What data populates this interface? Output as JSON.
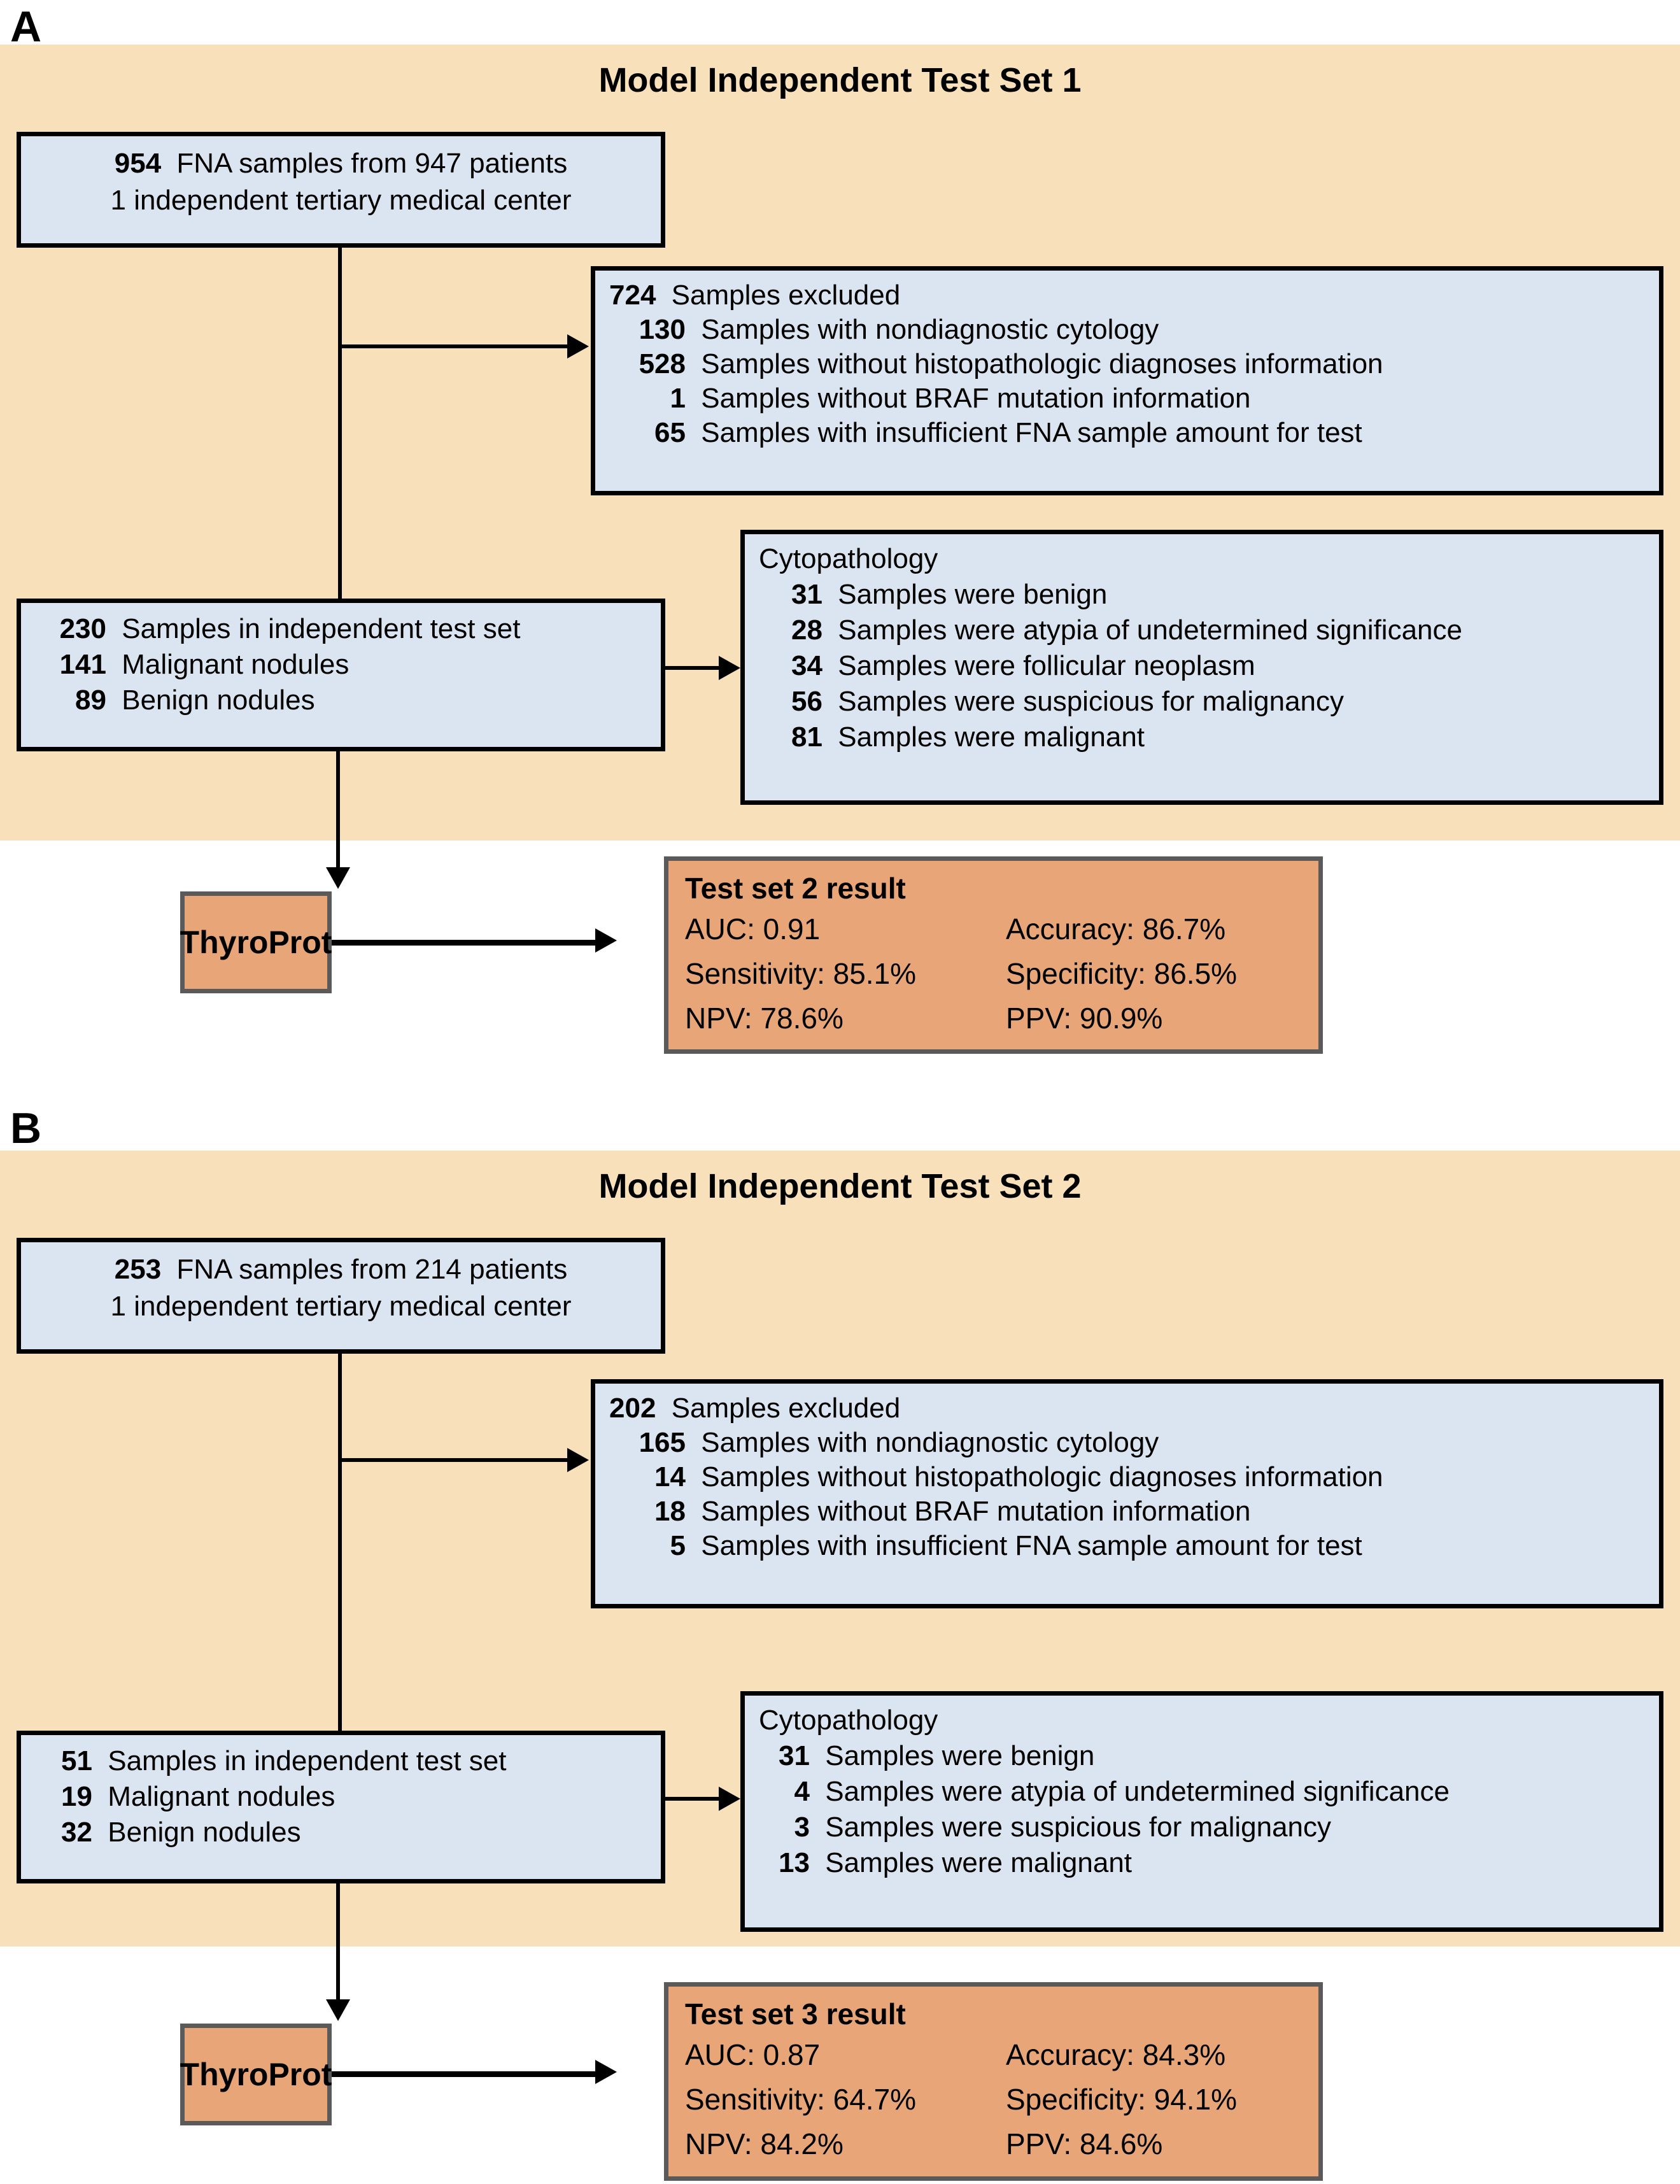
{
  "panels": [
    {
      "letter": "A",
      "title": "Model Independent Test Set 1",
      "source_box": {
        "line1_num": "954",
        "line1_text": "FNA samples from 947 patients",
        "line2": "1 independent tertiary medical center"
      },
      "excluded_box": {
        "header_num": "724",
        "header_text": "Samples excluded",
        "items": [
          {
            "num": "130",
            "text": "Samples with nondiagnostic cytology"
          },
          {
            "num": "528",
            "text": "Samples without histopathologic diagnoses information"
          },
          {
            "num": "1",
            "text": "Samples without BRAF mutation information"
          },
          {
            "num": "65",
            "text": "Samples with insufficient FNA sample amount for test"
          }
        ]
      },
      "included_box": {
        "header_num": "230",
        "header_text": "Samples in independent test set",
        "items": [
          {
            "num": "141",
            "text": "Malignant nodules"
          },
          {
            "num": "89",
            "text": "Benign nodules"
          }
        ]
      },
      "cytopathology_box": {
        "header": "Cytopathology",
        "items": [
          {
            "num": "31",
            "text": "Samples were benign"
          },
          {
            "num": "28",
            "text": "Samples were atypia of undetermined significance"
          },
          {
            "num": "34",
            "text": "Samples were follicular neoplasm"
          },
          {
            "num": "56",
            "text": "Samples were suspicious for malignancy"
          },
          {
            "num": "81",
            "text": "Samples were malignant"
          }
        ]
      },
      "model_label": "ThyroProt",
      "result_box": {
        "title": "Test set 2 result",
        "metrics": [
          {
            "label": "AUC: 0.91",
            "label2": "Accuracy: 86.7%"
          },
          {
            "label": "Sensitivity: 85.1%",
            "label2": "Specificity: 86.5%"
          },
          {
            "label": "NPV: 78.6%",
            "label2": "PPV: 90.9%"
          }
        ]
      }
    },
    {
      "letter": "B",
      "title": "Model Independent Test Set 2",
      "source_box": {
        "line1_num": "253",
        "line1_text": "FNA samples from 214 patients",
        "line2": "1 independent tertiary medical center"
      },
      "excluded_box": {
        "header_num": "202",
        "header_text": "Samples excluded",
        "items": [
          {
            "num": "165",
            "text": "Samples with nondiagnostic cytology"
          },
          {
            "num": "14",
            "text": "Samples without histopathologic diagnoses information"
          },
          {
            "num": "18",
            "text": "Samples without BRAF mutation information"
          },
          {
            "num": "5",
            "text": "Samples with insufficient FNA sample amount for test"
          }
        ]
      },
      "included_box": {
        "header_num": "51",
        "header_text": "Samples in independent test set",
        "items": [
          {
            "num": "19",
            "text": "Malignant nodules"
          },
          {
            "num": "32",
            "text": "Benign nodules"
          }
        ]
      },
      "cytopathology_box": {
        "header": "Cytopathology",
        "items": [
          {
            "num": "31",
            "text": "Samples were benign"
          },
          {
            "num": "4",
            "text": "Samples were atypia of undetermined significance"
          },
          {
            "num": "3",
            "text": "Samples were suspicious for malignancy"
          },
          {
            "num": "13",
            "text": "Samples were malignant"
          }
        ]
      },
      "model_label": "ThyroProt",
      "result_box": {
        "title": "Test set 3 result",
        "metrics": [
          {
            "label": "AUC: 0.87",
            "label2": "Accuracy: 84.3%"
          },
          {
            "label": "Sensitivity: 64.7%",
            "label2": "Specificity: 94.1%"
          },
          {
            "label": "NPV: 84.2%",
            "label2": "PPV: 84.6%"
          }
        ]
      }
    }
  ],
  "colors": {
    "panel_background": "#F8E0BA",
    "box_fill": "#DBE5F1",
    "box_border": "#000000",
    "result_fill": "#E8A678",
    "result_border": "#5A5A5A"
  }
}
